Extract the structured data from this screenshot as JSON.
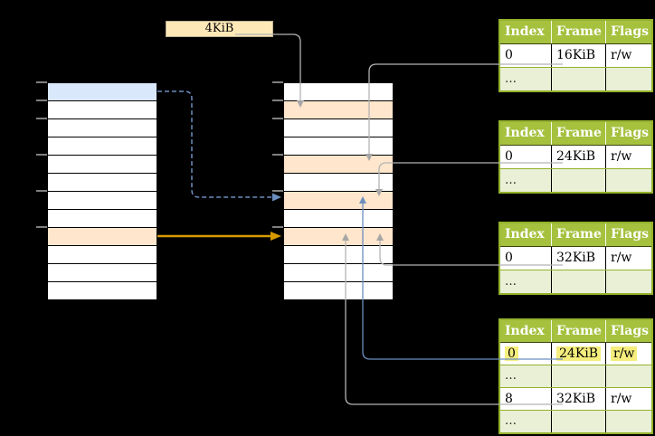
{
  "colors": {
    "background": "#000000",
    "page_blue": "#dae8fc",
    "frame_orange": "#ffe6cc",
    "label_box_fill": "#ffe8b8",
    "table_header_green": "#a5c13e",
    "table_row_light_green": "#e9f0d5",
    "table_border_green": "#94b22d",
    "highlight_yellow": "#f5ee7d",
    "arrow_gray": "#b3b3b3",
    "arrow_blue": "#6c8ebf",
    "arrow_orange": "#d79b00",
    "tick_gray": "#808080"
  },
  "size_label": {
    "text": "4KiB"
  },
  "left_memory_column": {
    "row_count": 12,
    "blue_row_index": 0,
    "orange_row_indexes": [
      8
    ],
    "tick_row_offsets": [
      0,
      1,
      2,
      4,
      6,
      8
    ]
  },
  "middle_memory_column": {
    "row_count": 12,
    "orange_row_indexes": [
      1,
      4,
      6,
      8
    ],
    "tick_row_offsets": [
      0,
      1,
      2,
      4,
      6,
      8
    ]
  },
  "page_tables": [
    {
      "headers": [
        "Index",
        "Frame",
        "Flags"
      ],
      "rows": [
        [
          "0",
          "16KiB",
          "r/w"
        ],
        [
          "…",
          "",
          ""
        ]
      ]
    },
    {
      "headers": [
        "Index",
        "Frame",
        "Flags"
      ],
      "rows": [
        [
          "0",
          "24KiB",
          "r/w"
        ],
        [
          "…",
          "",
          ""
        ]
      ]
    },
    {
      "headers": [
        "Index",
        "Frame",
        "Flags"
      ],
      "rows": [
        [
          "0",
          "32KiB",
          "r/w"
        ],
        [
          "…",
          "",
          ""
        ]
      ]
    },
    {
      "headers": [
        "Index",
        "Frame",
        "Flags"
      ],
      "rows": [
        [
          "0",
          "24KiB",
          "r/w"
        ],
        [
          "…",
          "",
          ""
        ],
        [
          "8",
          "32KiB",
          "r/w"
        ],
        [
          "…",
          "",
          ""
        ]
      ],
      "highlighted_row_index": 0
    }
  ],
  "arrows": [
    {
      "from": "4KiB label",
      "to": "middle column frame row 1",
      "style": "gray solid"
    },
    {
      "from": "table1 entry 0 (16KiB)",
      "to": "middle column frame row 4",
      "style": "gray solid"
    },
    {
      "from": "table2 entry 0 (24KiB)",
      "to": "middle column frame row 6",
      "style": "gray solid"
    },
    {
      "from": "table3 entry 0 (32KiB)",
      "to": "middle column frame row 8",
      "style": "gray solid"
    },
    {
      "from": "table4 entry 0 (24KiB, highlighted)",
      "to": "middle column frame row 6",
      "style": "blue solid"
    },
    {
      "from": "table4 entry 8 (32KiB)",
      "to": "middle column frame row 8",
      "style": "gray solid"
    },
    {
      "from": "left column blue row 0",
      "to": "middle column frame row 6",
      "style": "blue dashed"
    },
    {
      "from": "left column orange row 8",
      "to": "middle column frame row 8",
      "style": "orange solid"
    }
  ]
}
